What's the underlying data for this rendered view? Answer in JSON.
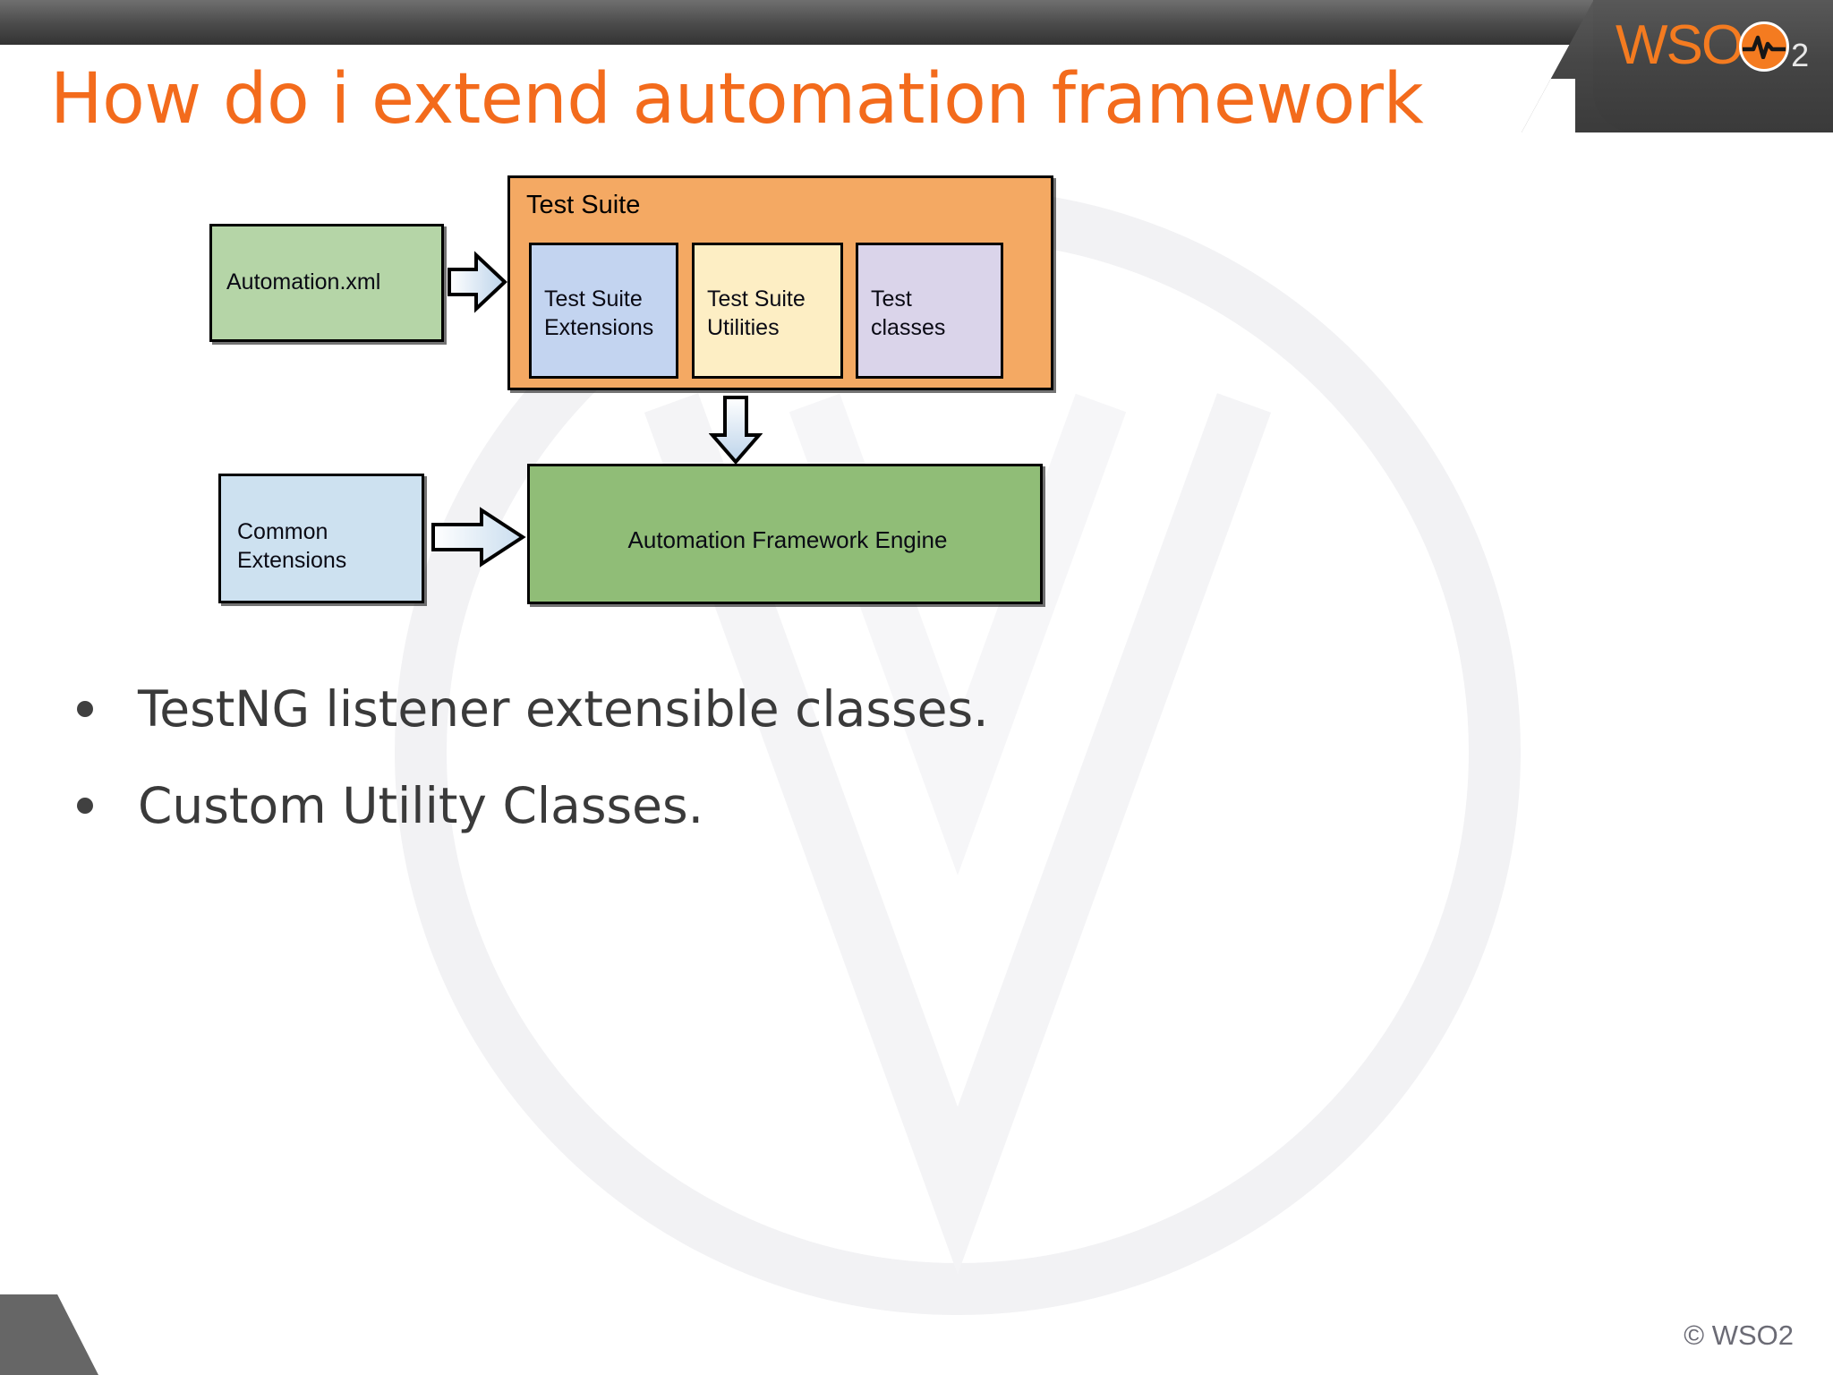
{
  "slide": {
    "title": "How do i extend automation framework",
    "title_color": "#f36b1c"
  },
  "brand": {
    "logo_text": "WSO",
    "logo_subscript": "2",
    "logo_icon": "wso2-pulse-icon",
    "accent_color": "#f47b20"
  },
  "diagram": {
    "automation_xml": {
      "label": "Automation.xml",
      "fill": "#b5d5a7"
    },
    "test_suite": {
      "title": "Test Suite",
      "fill": "#f4a963",
      "children": [
        {
          "label": "Test Suite\nExtensions",
          "fill": "#c3d4f0"
        },
        {
          "label": "Test Suite\nUtilities",
          "fill": "#fdeec4"
        },
        {
          "label": "Test\nclasses",
          "fill": "#dad4ea"
        }
      ]
    },
    "common_extensions": {
      "label": "Common\nExtensions",
      "fill": "#cde1f0"
    },
    "engine": {
      "label": "Automation Framework Engine",
      "fill": "#90bd77"
    },
    "arrows": [
      {
        "name": "arrow-automation-to-suite",
        "direction": "right"
      },
      {
        "name": "arrow-suite-to-engine",
        "direction": "down"
      },
      {
        "name": "arrow-common-to-engine",
        "direction": "right"
      }
    ]
  },
  "bullets": [
    "TestNG listener extensible classes.",
    "Custom Utility Classes."
  ],
  "footer": {
    "copyright": "© WSO2"
  }
}
